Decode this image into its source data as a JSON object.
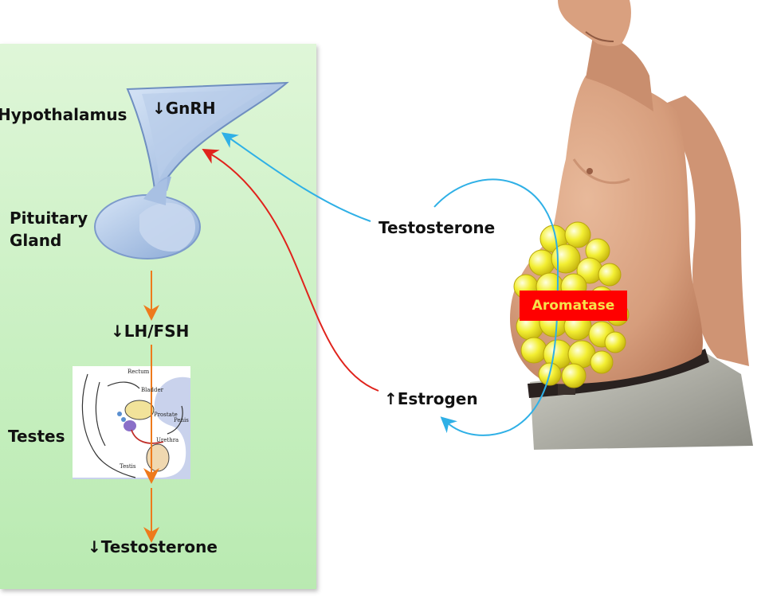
{
  "labels": {
    "hypothalamus": "Hypothalamus",
    "gnrh": "↓GnRH",
    "pituitary_line1": "Pituitary",
    "pituitary_line2": "Gland",
    "lh_fsh": "↓LH/FSH",
    "testes": "Testes",
    "testosterone_low": "↓Testosterone",
    "testosterone": "Testosterone",
    "estrogen": "↑Estrogen",
    "aromatase": "Aromatase"
  },
  "anatomy_labels": {
    "rectum": "Rectum",
    "bladder": "Bladder",
    "prostate": "Prostate",
    "penis": "Penis",
    "urethra": "Urethra",
    "testis": "Testis"
  },
  "colors": {
    "panel_green": "#c9f0c2",
    "pituitary_blue": "#a9c3e6",
    "arrow_orange": "#ee7a1c",
    "arrow_red": "#e0231c",
    "arrow_blue": "#2fb0e6",
    "aromatase_red": "#ff0000",
    "aromatase_text": "#f7e24a",
    "fat_yellow": "#f5f03a",
    "skin": "#d9a07f"
  },
  "icons": [
    "male-torso-photo",
    "pituitary-gland-illustration",
    "male-reproductive-diagram",
    "fat-cells-cluster"
  ]
}
